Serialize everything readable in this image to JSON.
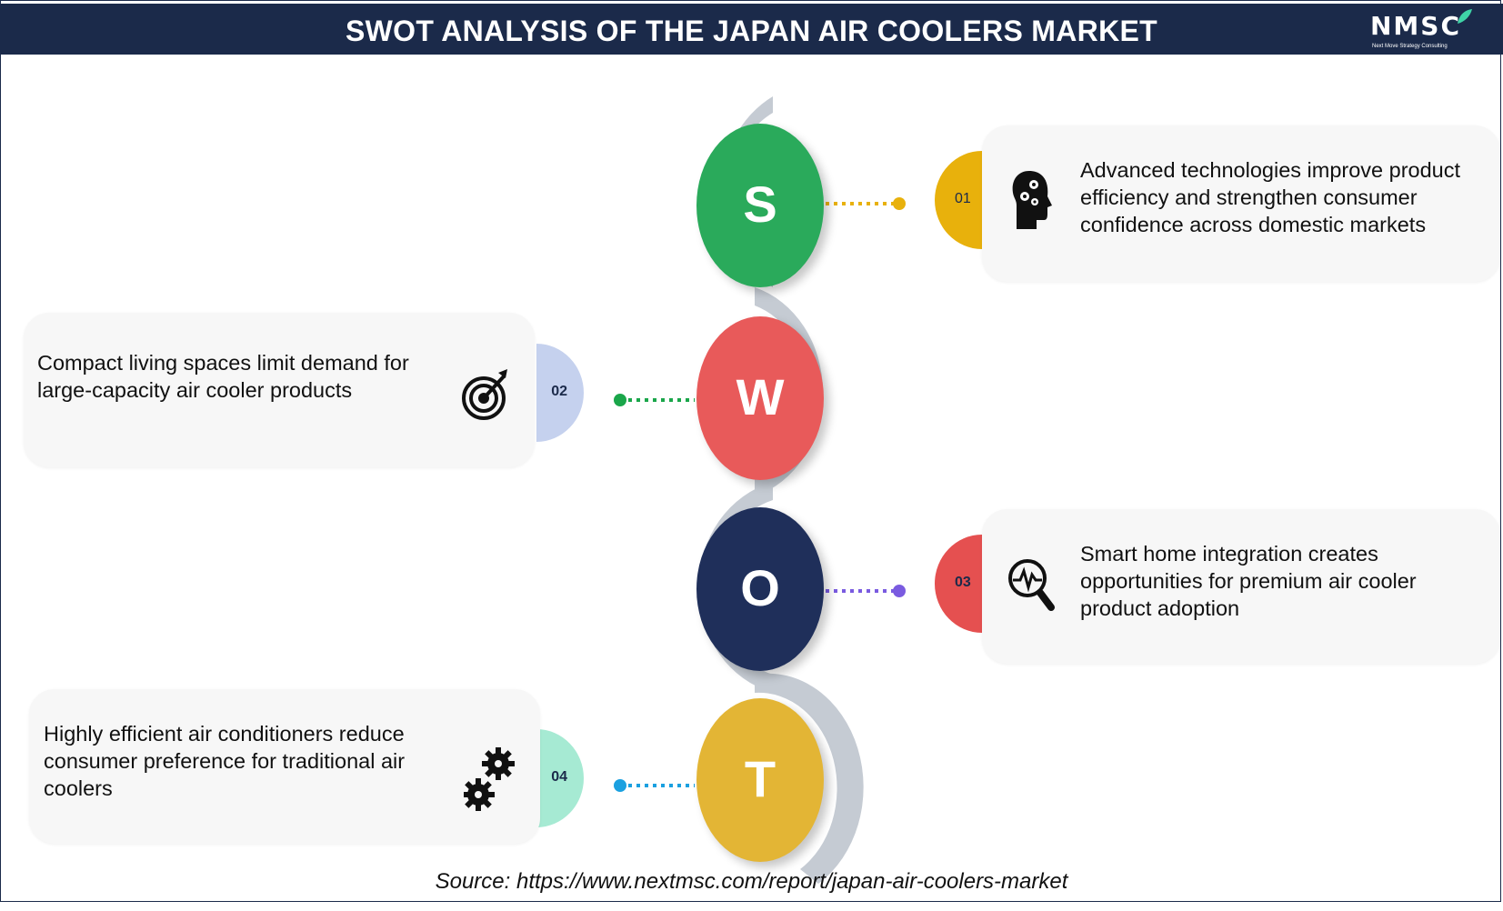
{
  "header": {
    "title": "SWOT ANALYSIS OF THE JAPAN AIR COOLERS MARKET",
    "background": "#1b2a4a"
  },
  "logo": {
    "name": "NMSC",
    "tagline": "Next Move Strategy Consulting"
  },
  "swot": [
    {
      "letter": "S",
      "color": "#2aaa5b",
      "number": "01",
      "tab_color": "#e8b10c",
      "connector_color": "#e8b10c",
      "text": "Advanced technologies improve product efficiency and strengthen consumer confidence across domestic markets",
      "icon": "head-gears-icon"
    },
    {
      "letter": "W",
      "color": "#e85a5a",
      "number": "02",
      "tab_color": "#c5d1ee",
      "connector_color": "#1aa64a",
      "text": "Compact living spaces limit demand for large-capacity air cooler products",
      "icon": "target-arrow-icon"
    },
    {
      "letter": "O",
      "color": "#1f2f5a",
      "number": "03",
      "tab_color": "#e55050",
      "connector_color": "#7a5be0",
      "text": "Smart home integration creates opportunities for premium air cooler product adoption",
      "icon": "magnifier-pulse-icon"
    },
    {
      "letter": "T",
      "color": "#e3b535",
      "number": "04",
      "tab_color": "#a6ead3",
      "connector_color": "#1aa0e0",
      "text": "Highly efficient air conditioners reduce consumer preference for traditional air coolers",
      "icon": "gears-icon"
    }
  ],
  "source": "Source: https://www.nextmsc.com/report/japan-air-coolers-market"
}
